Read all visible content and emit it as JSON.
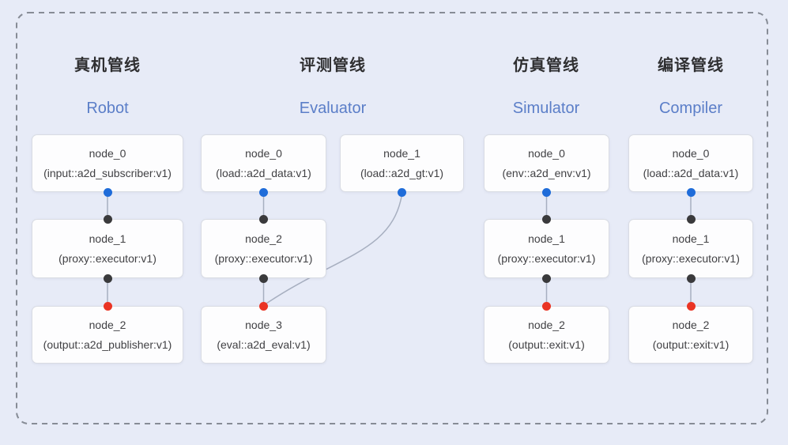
{
  "diagram": {
    "pipelines": [
      {
        "title_cn": "真机管线",
        "title_en": "Robot",
        "nodes": [
          {
            "name": "node_0",
            "impl": "(input::a2d_subscriber:v1)"
          },
          {
            "name": "node_1",
            "impl": "(proxy::executor:v1)"
          },
          {
            "name": "node_2",
            "impl": "(output::a2d_publisher:v1)"
          }
        ]
      },
      {
        "title_cn": "评测管线",
        "title_en": "Evaluator",
        "nodes": [
          {
            "name": "node_0",
            "impl": "(load::a2d_data:v1)"
          },
          {
            "name": "node_1",
            "impl": "(load::a2d_gt:v1)"
          },
          {
            "name": "node_2",
            "impl": "(proxy::executor:v1)"
          },
          {
            "name": "node_3",
            "impl": "(eval::a2d_eval:v1)"
          }
        ]
      },
      {
        "title_cn": "仿真管线",
        "title_en": "Simulator",
        "nodes": [
          {
            "name": "node_0",
            "impl": "(env::a2d_env:v1)"
          },
          {
            "name": "node_1",
            "impl": "(proxy::executor:v1)"
          },
          {
            "name": "node_2",
            "impl": "(output::exit:v1)"
          }
        ]
      },
      {
        "title_cn": "编译管线",
        "title_en": "Compiler",
        "nodes": [
          {
            "name": "node_0",
            "impl": "(load::a2d_data:v1)"
          },
          {
            "name": "node_1",
            "impl": "(proxy::executor:v1)"
          },
          {
            "name": "node_2",
            "impl": "(output::exit:v1)"
          }
        ]
      }
    ],
    "colors": {
      "background": "#e7ebf7",
      "frame_border": "#878c96",
      "card_bg": "#fdfdfe",
      "card_border": "#d9dce3",
      "title_cn": "#2f2f31",
      "title_en": "#5b7ec8",
      "node_text": "#414144",
      "port_source_dot": "#1f6cd9",
      "port_mid_dot": "#3a3a3c",
      "port_sink_dot": "#ea3424",
      "wire": "#a7afc0"
    }
  }
}
